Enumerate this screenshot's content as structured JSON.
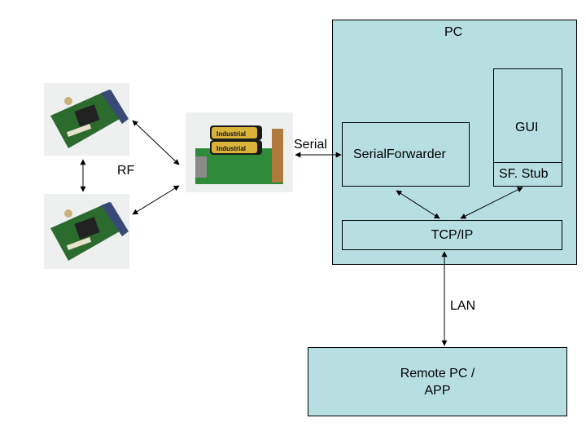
{
  "pc": {
    "title": "PC"
  },
  "serial_forwarder": {
    "label": "SerialForwarder"
  },
  "gui": {
    "label": "GUI",
    "stub_label": "SF. Stub"
  },
  "tcpip": {
    "label": "TCP/IP"
  },
  "remote": {
    "line1": "Remote PC /",
    "line2": "APP"
  },
  "links": {
    "serial": "Serial",
    "rf": "RF",
    "lan": "LAN"
  },
  "photo_text": {
    "battery_top": "Industrial",
    "battery_bottom": "Industrial"
  },
  "colors": {
    "box_fill": "#b7dfe1",
    "line": "#000000"
  },
  "devices": [
    "mote-board-top",
    "mote-board-bottom",
    "base-station-board"
  ]
}
